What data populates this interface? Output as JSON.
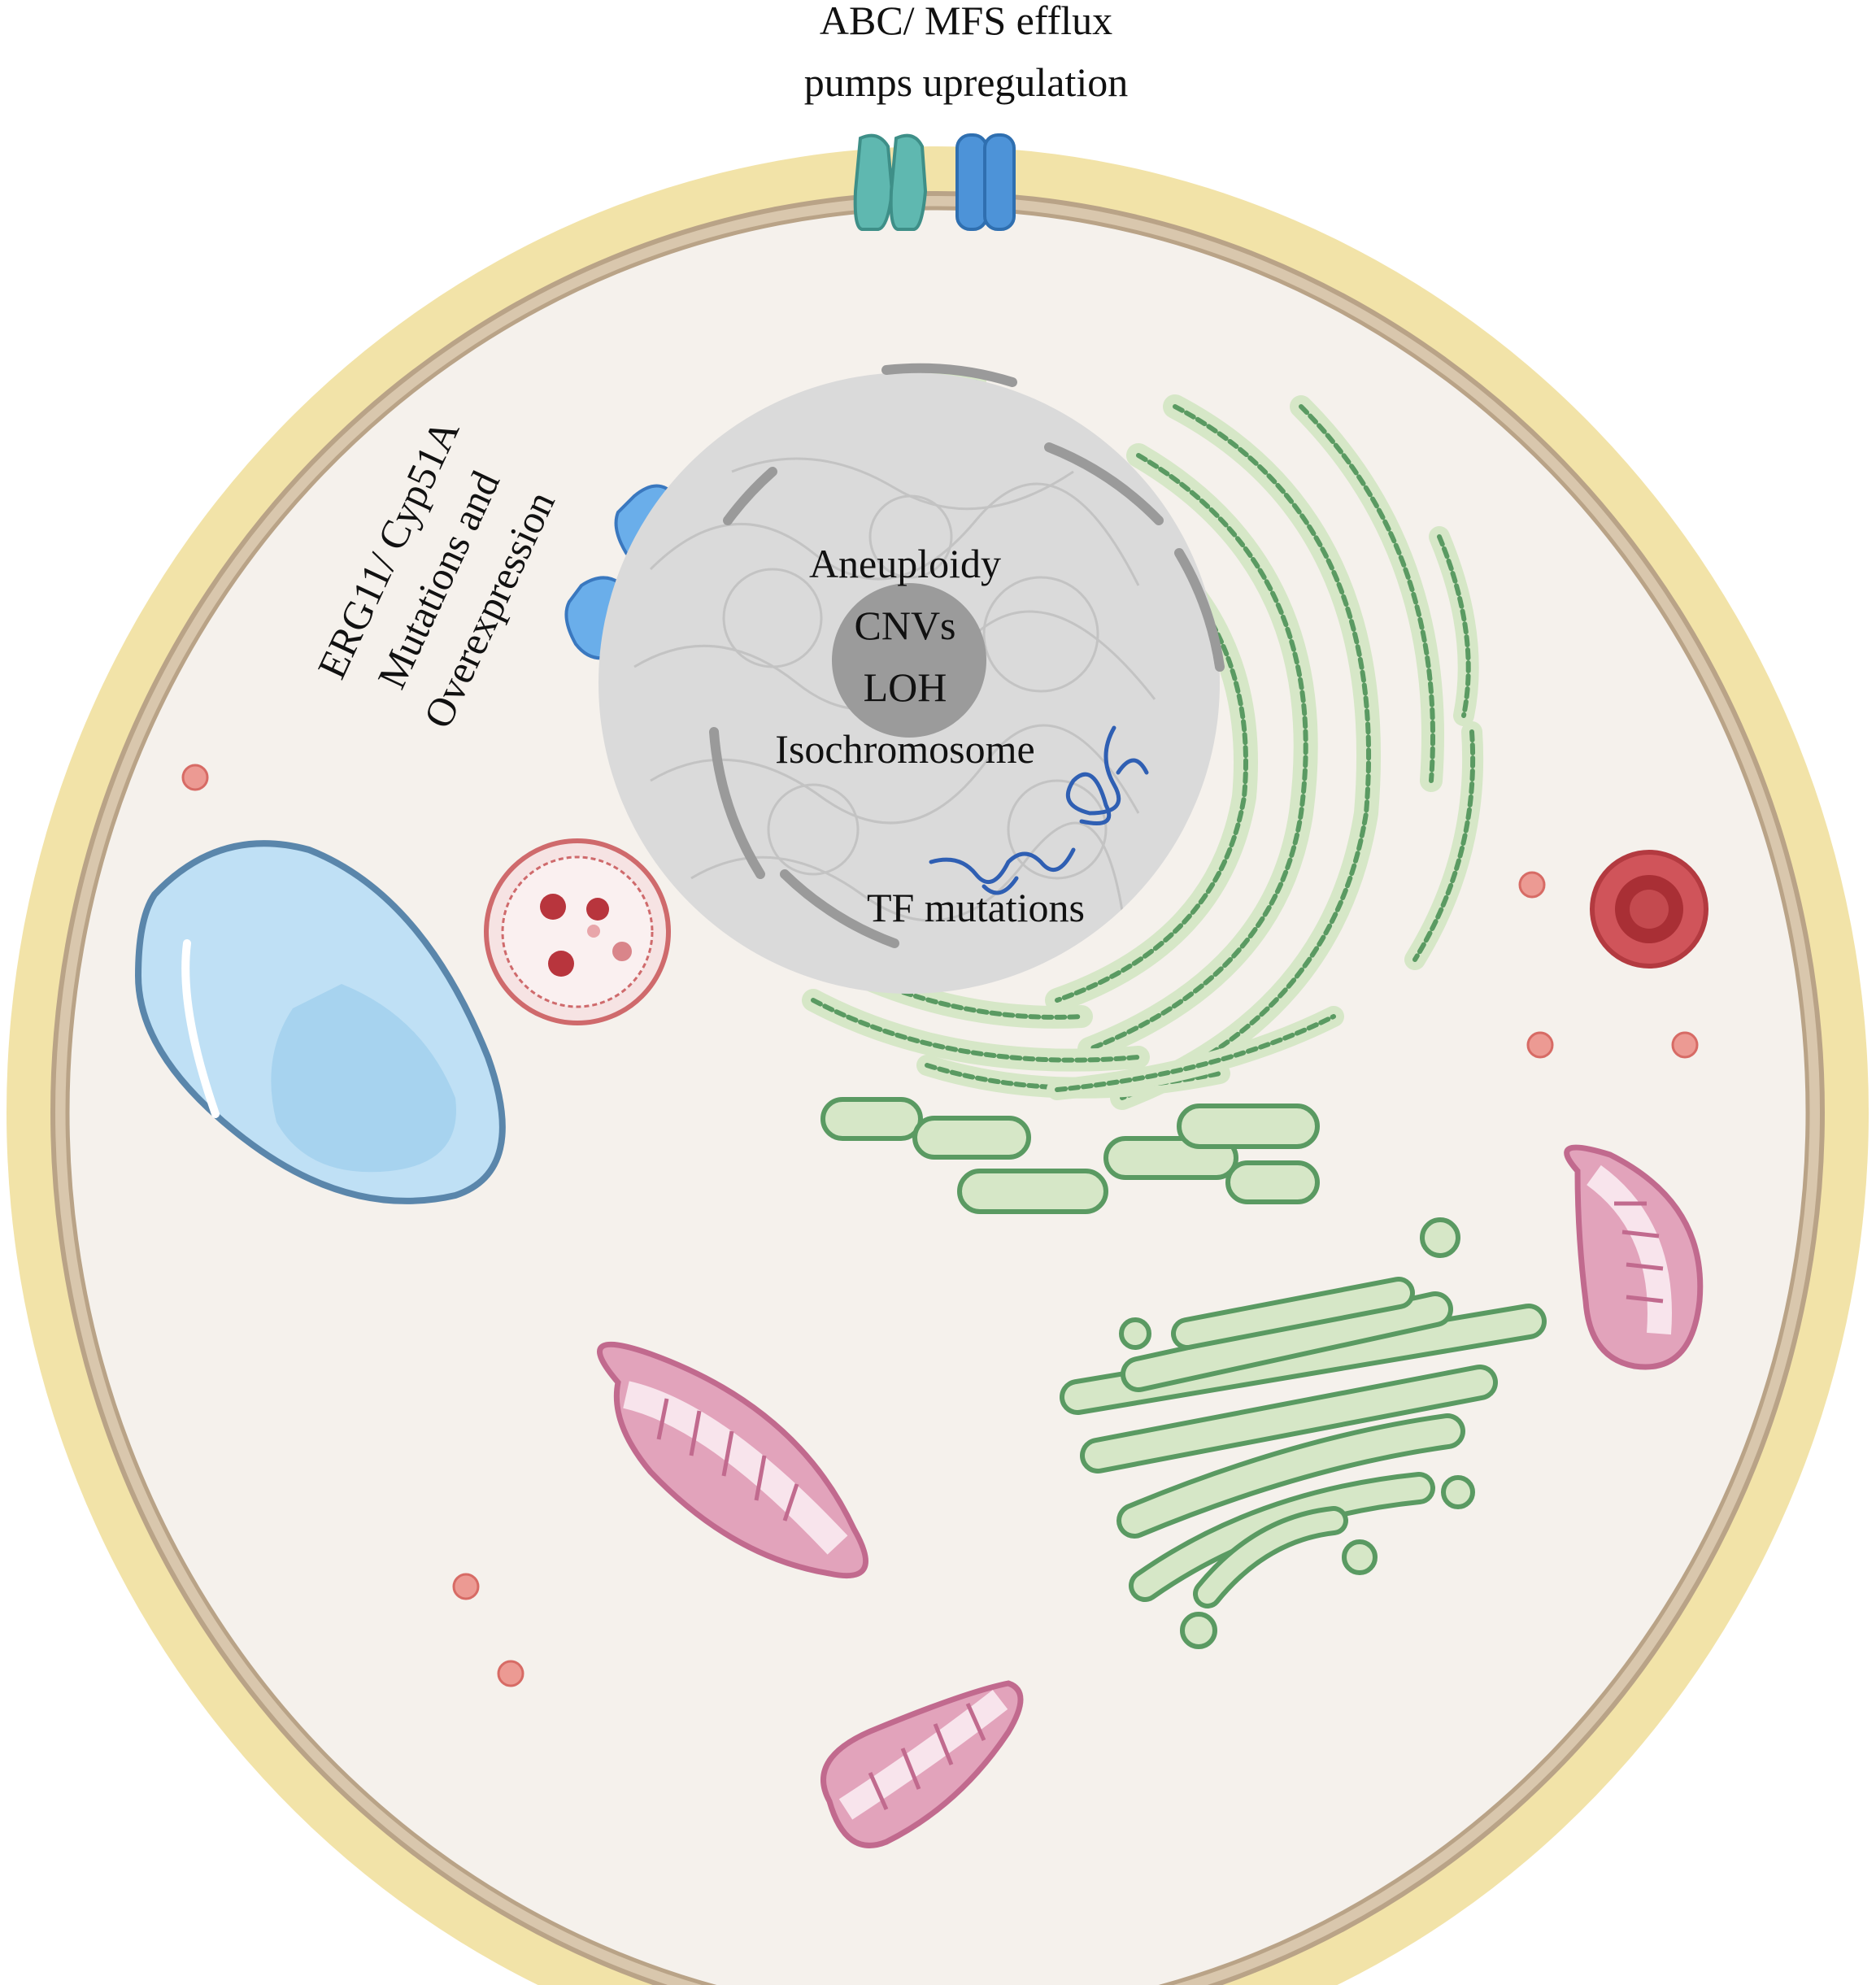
{
  "labels": {
    "efflux_line1": "ABC/ MFS efflux",
    "efflux_line2": "pumps upregulation",
    "erg_line1": "ERG11/ Cyp51A",
    "erg_line2": "Mutations and",
    "erg_line3": "Overexpression",
    "nucleus_line1": "Aneuploidy",
    "nucleus_line2": "CNVs",
    "nucleus_line3": "LOH",
    "nucleus_line4": "Isochromosome",
    "tf_mutations": "TF mutations"
  },
  "colors": {
    "cell_wall": "#f2e3a8",
    "membrane": "#c9b497",
    "cytoplasm": "#f5f1ec",
    "er_fill": "#d6e7c7",
    "er_stroke": "#5a9a62",
    "nucleus": "#dadada",
    "nucleolus": "#9b9b9b",
    "efflux_pump_abc": "#5fb8b0",
    "efflux_pump_mfs": "#4d93d8",
    "erg11_enzyme": "#6aaeea",
    "vacuole": "#bfe0f5",
    "mitochondria": "#e2a3bb",
    "lysosome": "#d0545a",
    "ribosome": "#e88883",
    "dna_strand": "#2f5fb3"
  },
  "icons": [
    "cell-wall-icon",
    "vacuole-icon",
    "mitochondrion-icon",
    "golgi-icon",
    "rough-er-icon",
    "nucleus-icon",
    "efflux-pump-icon",
    "enzyme-icon",
    "lysosome-icon",
    "peroxisome-icon",
    "ribosome-icon",
    "dna-strand-icon"
  ]
}
